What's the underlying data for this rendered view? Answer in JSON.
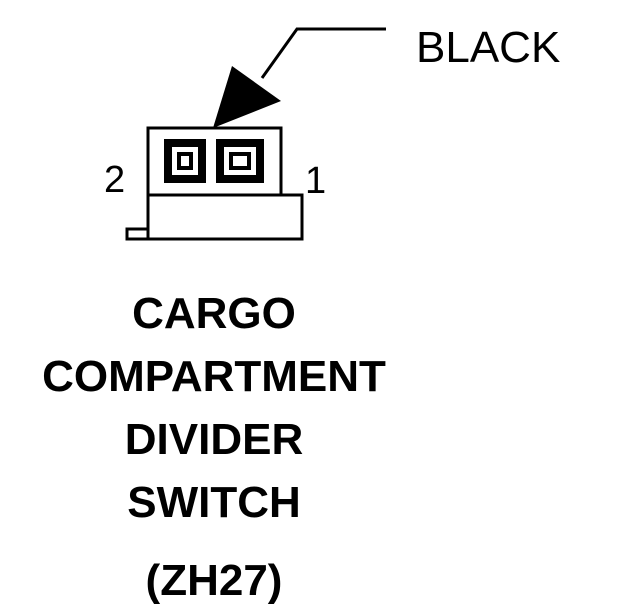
{
  "connector": {
    "callout_label": "BLACK",
    "pin_left": "2",
    "pin_right": "1",
    "title_lines": [
      "CARGO",
      "COMPARTMENT",
      "DIVIDER",
      "SWITCH"
    ],
    "reference": "(ZH27)",
    "line_color": "#000000",
    "background_color": "#ffffff"
  }
}
